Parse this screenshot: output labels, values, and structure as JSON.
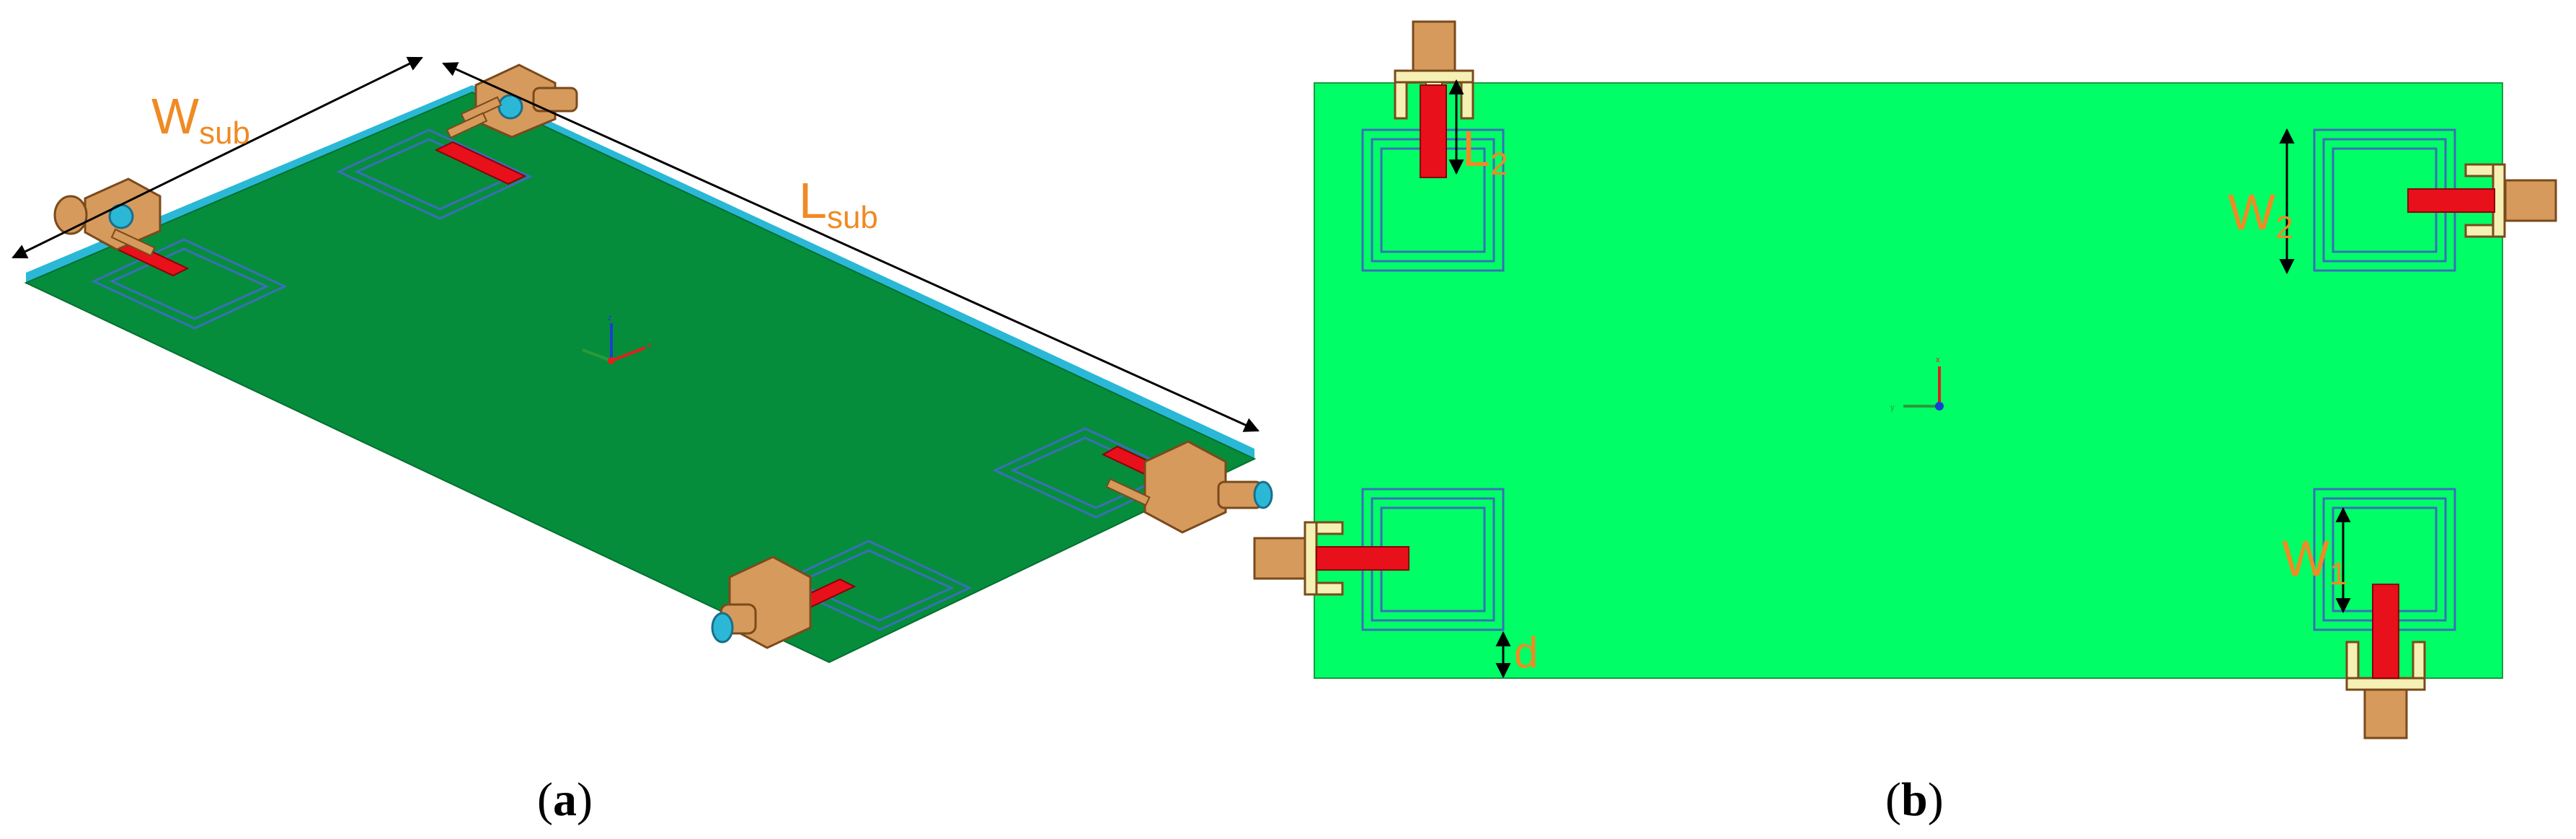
{
  "panels": {
    "a": {
      "label_open": "(",
      "label_letter": "a",
      "label_close": ")"
    },
    "b": {
      "label_open": "(",
      "label_letter": "b",
      "label_close": ")"
    }
  },
  "dimensions": {
    "w_sub": {
      "base": "W",
      "sub": "sub"
    },
    "l_sub": {
      "base": "L",
      "sub": "sub"
    },
    "l2": {
      "base": "L",
      "sub": "2"
    },
    "w2": {
      "base": "W",
      "sub": "2"
    },
    "w1": {
      "base": "W",
      "sub": "1"
    },
    "d": {
      "base": "d"
    }
  },
  "axes": {
    "x": "x",
    "y": "y",
    "z": "z"
  },
  "colors": {
    "substrate_top_3d": "#058d3c",
    "substrate_edge": "#2ab8d6",
    "substrate_top_2d": "#00ff66",
    "feed_line": "#e8101a",
    "connector": "#d69a5c",
    "connector_pad": "#f5f0b4",
    "slot_ring": "#3a6fb8",
    "dimension_text": "#f08a24",
    "arrow": "#000000"
  }
}
